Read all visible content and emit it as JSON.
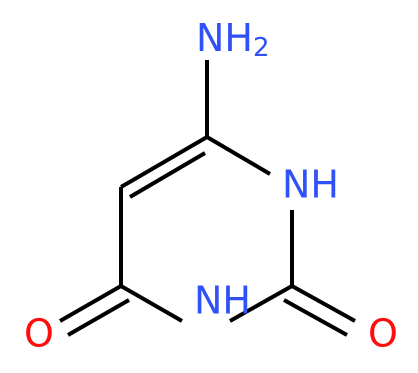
{
  "molecule": {
    "atoms": {
      "amine": {
        "symbol": "NH",
        "subscript": "2",
        "color": "#3050F8"
      },
      "n1": {
        "symbol": "NH",
        "color": "#3050F8"
      },
      "n3": {
        "symbol": "NH",
        "color": "#3050F8"
      },
      "o2": {
        "symbol": "O",
        "color": "#FF0D0D"
      },
      "o4": {
        "symbol": "O",
        "color": "#FF0D0D"
      }
    },
    "bond_color": "#000000",
    "heteroatom_colors": {
      "N": "#3050F8",
      "O": "#FF0D0D"
    }
  }
}
